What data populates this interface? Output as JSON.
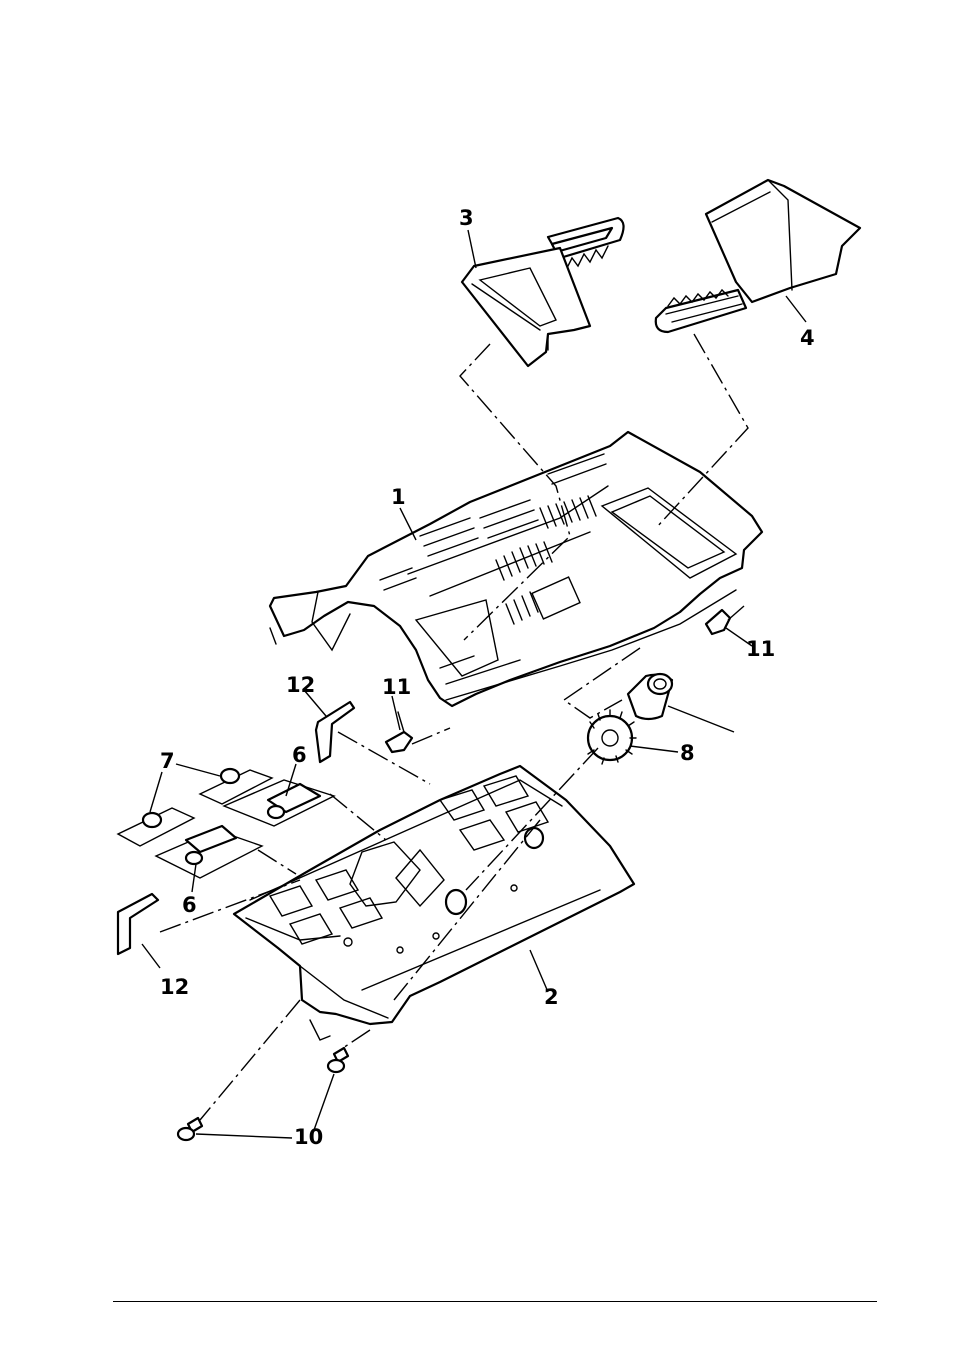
{
  "callouts": {
    "c1": "1",
    "c2": "2",
    "c3": "3",
    "c4": "4",
    "c6a": "6",
    "c6b": "6",
    "c7": "7",
    "c8": "8",
    "c10": "10",
    "c11a": "11",
    "c11b": "11",
    "c12a": "12",
    "c12b": "12"
  }
}
